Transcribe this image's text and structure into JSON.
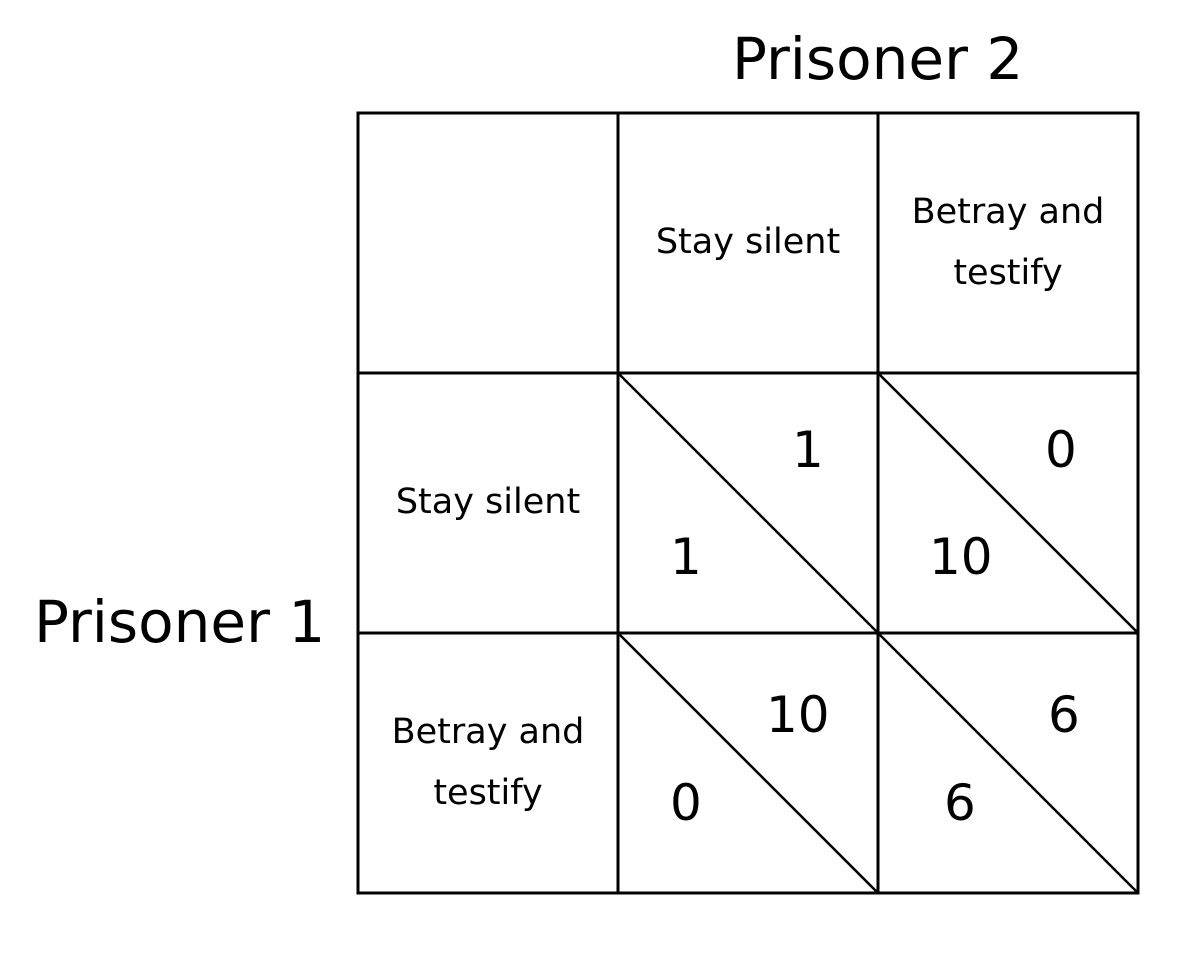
{
  "column_player": "Prisoner 2",
  "row_player": "Prisoner 1",
  "column_strategies": [
    {
      "line1": "Stay silent",
      "line2": ""
    },
    {
      "line1": "Betray and",
      "line2": "testify"
    }
  ],
  "row_strategies": [
    {
      "line1": "Stay silent",
      "line2": ""
    },
    {
      "line1": "Betray and",
      "line2": "testify"
    }
  ],
  "payoffs": [
    [
      {
        "upper": "1",
        "lower": "1"
      },
      {
        "upper": "0",
        "lower": "10"
      }
    ],
    [
      {
        "upper": "10",
        "lower": "0"
      },
      {
        "upper": "6",
        "lower": "6"
      }
    ]
  ],
  "colors": {
    "line": "#000000",
    "background": "#ffffff",
    "text": "#000000"
  }
}
